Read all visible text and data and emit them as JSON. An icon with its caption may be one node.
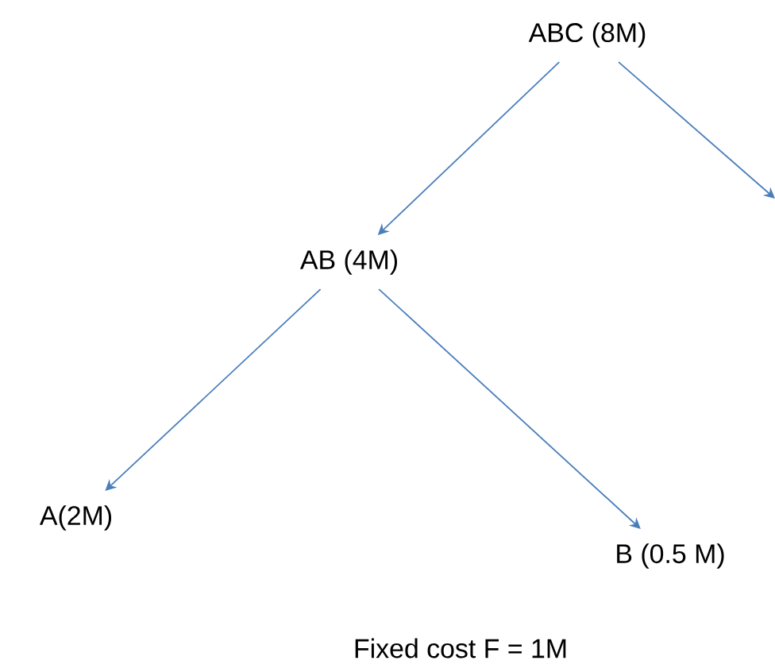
{
  "diagram": {
    "nodes": [
      {
        "text": [
          "ABC (8M)"
        ]
      },
      {
        "text": [
          "AB (4M)"
        ]
      },
      {
        "text": [
          "A(2M)"
        ]
      },
      {
        "text": [
          "B (0.5 M)"
        ]
      }
    ],
    "edges": [
      {
        "from": 0,
        "to": 1,
        "arrow": "to"
      },
      {
        "from": 0,
        "to": null,
        "arrow": "to"
      },
      {
        "from": 1,
        "to": 2,
        "arrow": "to"
      },
      {
        "from": 1,
        "to": 3,
        "arrow": "to"
      }
    ],
    "labels": [
      "Fixed cost F = 1M"
    ]
  }
}
